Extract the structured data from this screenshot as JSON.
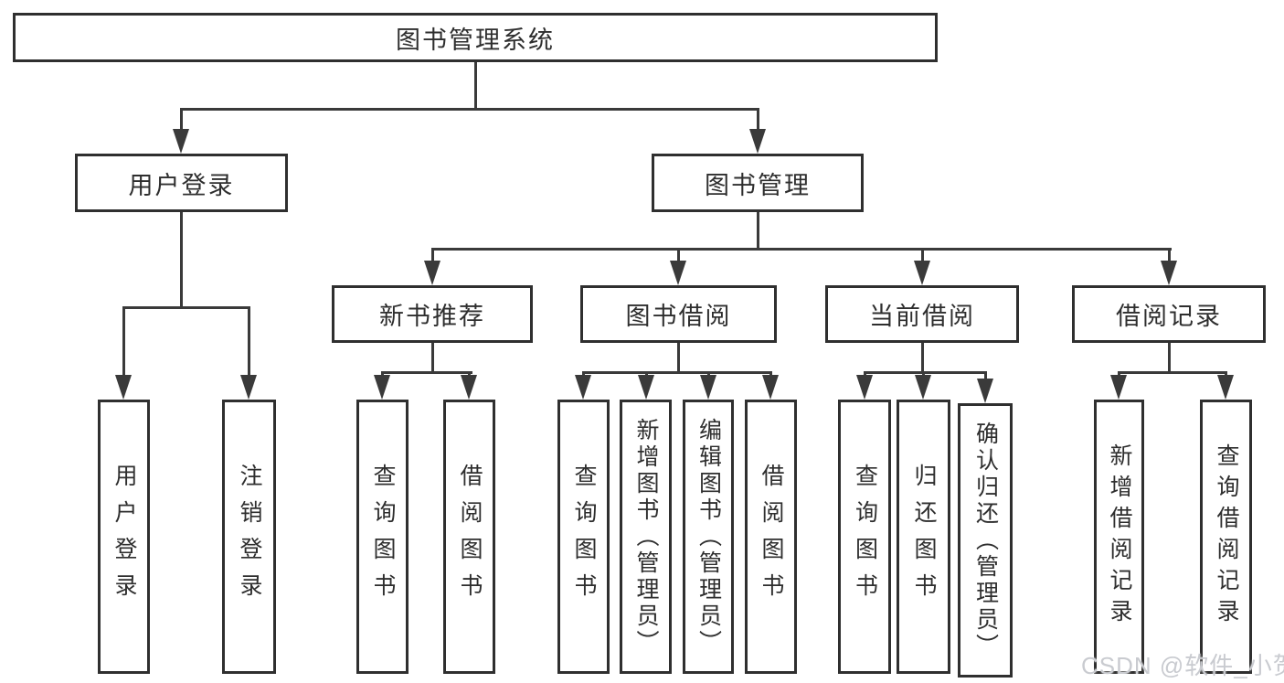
{
  "diagram": {
    "root": {
      "label": "图书管理系统"
    },
    "level2": [
      {
        "label": "用户登录"
      },
      {
        "label": "图书管理"
      }
    ],
    "level3": [
      {
        "label": "新书推荐"
      },
      {
        "label": "图书借阅"
      },
      {
        "label": "当前借阅"
      },
      {
        "label": "借阅记录"
      }
    ],
    "leaves": {
      "user_login": [
        {
          "label": "用户登录"
        },
        {
          "label": "注销登录"
        }
      ],
      "new_book": [
        {
          "label": "查询图书"
        },
        {
          "label": "借阅图书"
        }
      ],
      "book_borrow": [
        {
          "label": "查询图书"
        },
        {
          "label": "新增图书（管理员）"
        },
        {
          "label": "编辑图书（管理员）"
        },
        {
          "label": "借阅图书"
        }
      ],
      "current_borrow": [
        {
          "label": "查询图书"
        },
        {
          "label": "归还图书"
        },
        {
          "label": "确认归还（管理员）"
        }
      ],
      "records": [
        {
          "label": "新增借阅记录"
        },
        {
          "label": "查询借阅记录"
        }
      ]
    },
    "colors": {
      "line": "#3a3a3a",
      "box_border": "#2f2f2f",
      "text": "#2e2e2e",
      "background": "#ffffff",
      "watermark": "#c9cbd0"
    }
  },
  "watermark": {
    "text": "CSDN @软件_小贺同学"
  }
}
